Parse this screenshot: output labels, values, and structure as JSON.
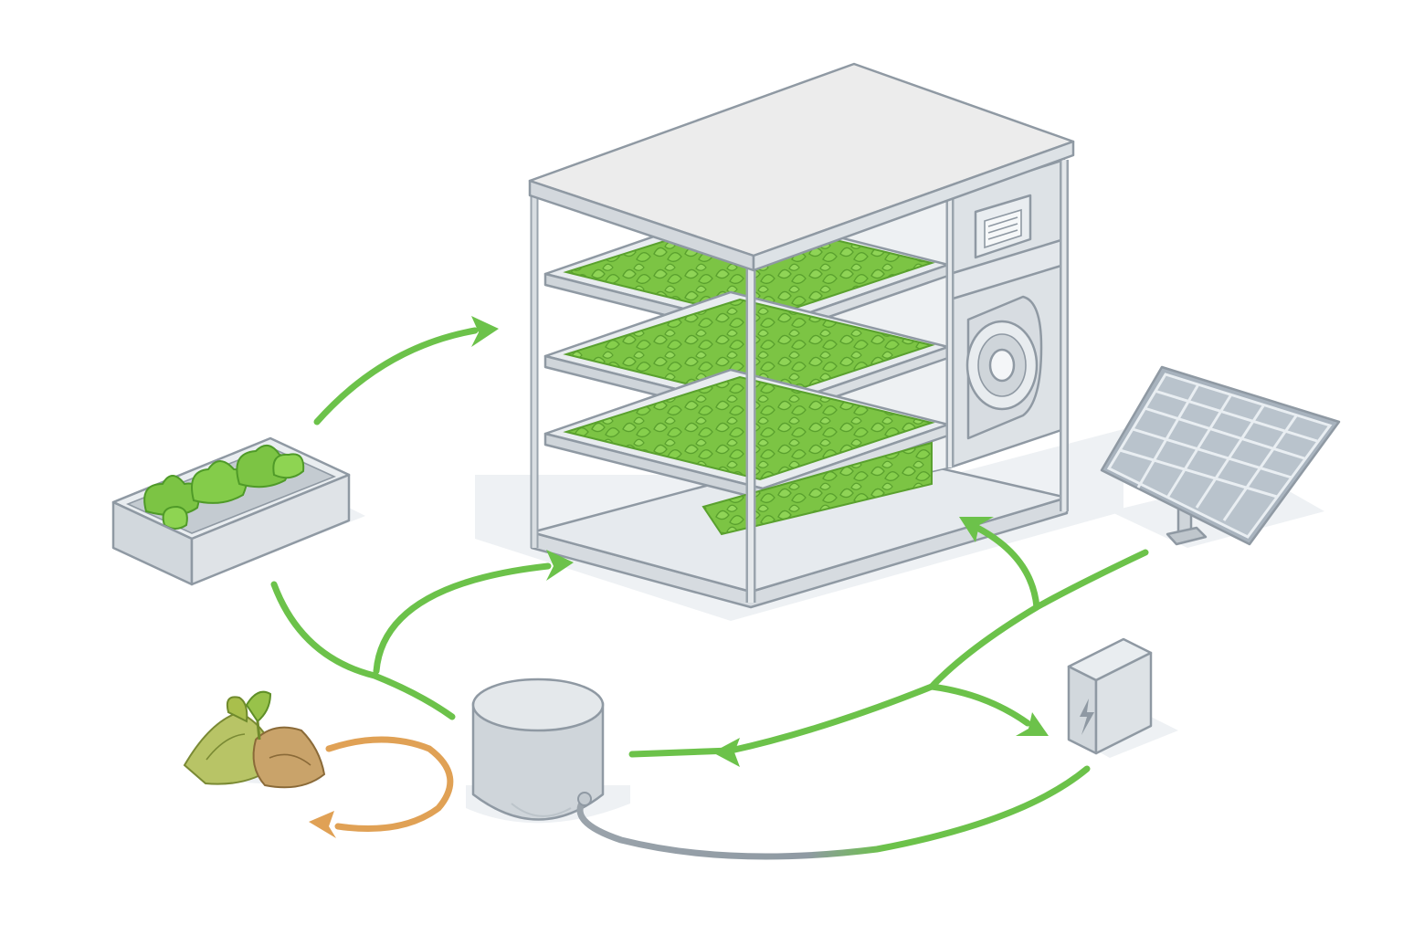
{
  "diagram": {
    "nodes": [
      {
        "id": "vertical-farm",
        "icon": "vertical-farm-rack-icon"
      },
      {
        "id": "seedling-tray",
        "icon": "seedling-tray-icon"
      },
      {
        "id": "solar-panel",
        "icon": "solar-panel-icon"
      },
      {
        "id": "battery",
        "icon": "battery-lightning-icon"
      },
      {
        "id": "biogas-tank",
        "icon": "digester-tank-icon"
      },
      {
        "id": "organic-waste",
        "icon": "compost-waste-icon"
      }
    ],
    "flows": [
      {
        "from": "seedling-tray",
        "to": "vertical-farm",
        "color": "#6cc24a"
      },
      {
        "from": "seedling-tray",
        "to": "biogas-tank",
        "color": "#6cc24a"
      },
      {
        "from": "biogas-tank",
        "to": "vertical-farm",
        "color": "#6cc24a"
      },
      {
        "from": "solar-panel",
        "to": "vertical-farm",
        "color": "#6cc24a"
      },
      {
        "from": "solar-panel",
        "to": "battery",
        "color": "#6cc24a"
      },
      {
        "from": "solar-panel",
        "to": "biogas-tank",
        "color": "#6cc24a"
      },
      {
        "from": "battery",
        "to": "biogas-tank",
        "color": "#6cc24a"
      },
      {
        "from": "organic-waste",
        "to": "organic-waste",
        "color": "#e0a155"
      }
    ],
    "colors": {
      "flow_green": "#6cc24a",
      "cycle_orange": "#e0a155",
      "metal": "#c9d0d6",
      "outline": "#8f99a3",
      "plant": "#7cc444"
    }
  }
}
